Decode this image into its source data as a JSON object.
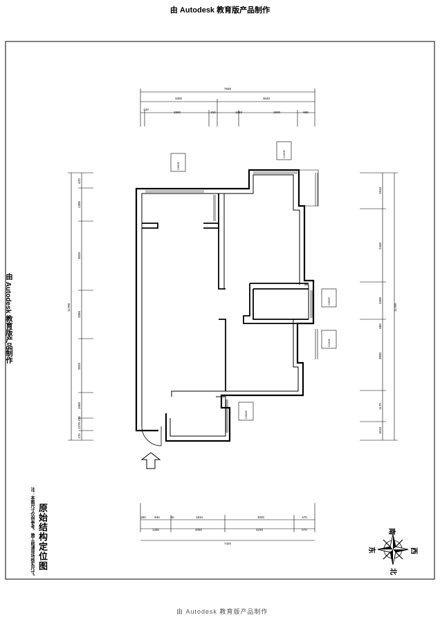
{
  "watermark": {
    "top": "由 Autodesk 教育版产品制作",
    "side": "由 Autodesk 教育版产品制作",
    "bottom": "由 Autodesk 教育版产品制作"
  },
  "title_block": {
    "title": "原始结构定位图",
    "note": "注：本图尺寸仅供参考，施工前请现场核实尺寸。"
  },
  "dimensions": {
    "top": {
      "overall": "7930",
      "row2": [
        "3300",
        "3040"
      ],
      "row3": [
        "120",
        "2890",
        "210",
        "1260",
        "1900",
        "680"
      ]
    },
    "bottom": {
      "row1": [
        "260",
        "940",
        "40",
        "1810",
        "3020",
        "470"
      ],
      "row2": [
        "1280",
        "2080",
        "3220",
        "670"
      ],
      "overall": "7420"
    },
    "left": {
      "overall": "11780",
      "segments": [
        "670",
        "1300",
        "3020",
        "2080",
        "3920",
        "1060",
        "410",
        "1270",
        "170"
      ]
    },
    "right": {
      "overall": "11780",
      "segments": [
        "1910",
        "2440",
        "3400",
        "660",
        "3890",
        "1170",
        "1010"
      ]
    }
  },
  "window_labels": [
    "C0906",
    "C1509",
    "C0609",
    "C1506",
    "C0609"
  ],
  "compass": {
    "north": "北",
    "south": "南",
    "east": "东",
    "west": "西"
  }
}
